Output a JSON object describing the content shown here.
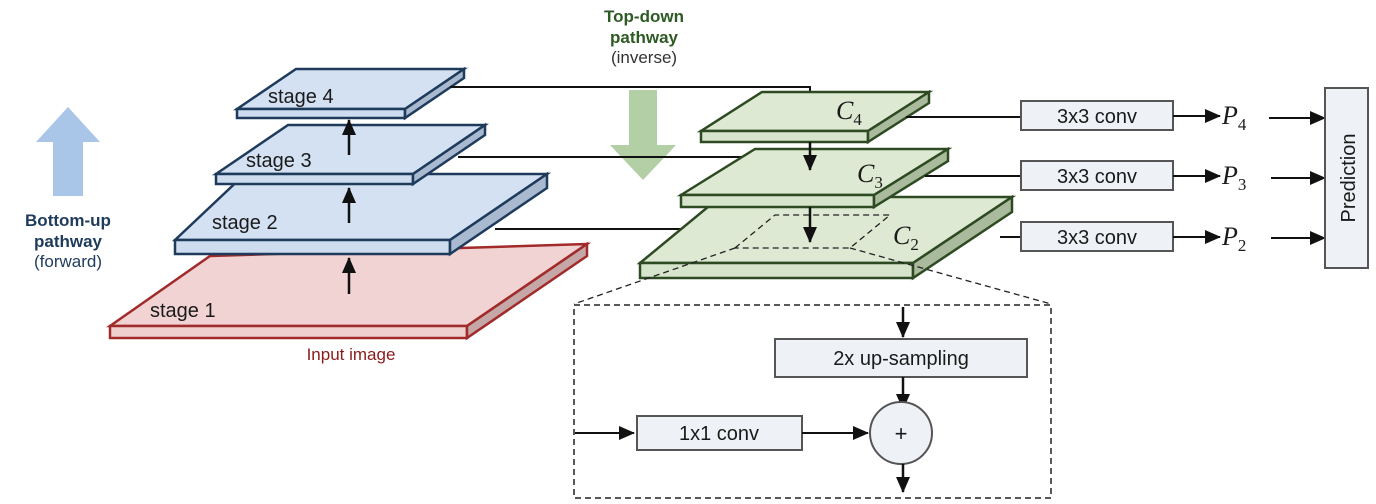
{
  "colors": {
    "bottom_up": "#1f3b5c",
    "top_down": "#2e5a23",
    "input_label": "#8b1a1a",
    "blue_arrow": "#a9c6e8",
    "green_arrow": "#b3cfa6"
  },
  "bottom_up": {
    "title_line1": "Bottom-up",
    "title_line2": "pathway",
    "subtitle": "(forward)"
  },
  "top_down": {
    "title_line1": "Top-down",
    "title_line2": "pathway",
    "subtitle": "(inverse)"
  },
  "stages": [
    {
      "label": "stage 1"
    },
    {
      "label": "stage 2"
    },
    {
      "label": "stage 3"
    },
    {
      "label": "stage 4"
    }
  ],
  "input_label": "Input image",
  "top_down_layers": [
    {
      "symbol": "C",
      "sub": "4"
    },
    {
      "symbol": "C",
      "sub": "3"
    },
    {
      "symbol": "C",
      "sub": "2"
    }
  ],
  "conv_boxes": [
    {
      "label": "3x3 conv"
    },
    {
      "label": "3x3 conv"
    },
    {
      "label": "3x3 conv"
    }
  ],
  "outputs": [
    {
      "symbol": "P",
      "sub": "4"
    },
    {
      "symbol": "P",
      "sub": "3"
    },
    {
      "symbol": "P",
      "sub": "2"
    }
  ],
  "prediction_label": "Prediction",
  "detail": {
    "upsample_label": "2x up-sampling",
    "lateral_label": "1x1 conv",
    "sum_symbol": "+"
  }
}
